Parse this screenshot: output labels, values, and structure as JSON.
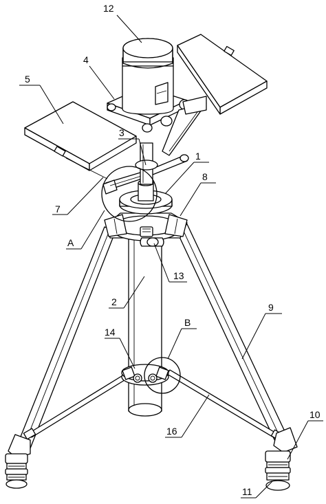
{
  "labels": {
    "l1": "1",
    "l2": "2",
    "l3": "3",
    "l4": "4",
    "l5": "5",
    "l7": "7",
    "l8": "8",
    "l9": "9",
    "l10": "10",
    "l11": "11",
    "l12": "12",
    "l13": "13",
    "l14": "14",
    "l16": "16",
    "lA": "A",
    "lB": "B"
  }
}
